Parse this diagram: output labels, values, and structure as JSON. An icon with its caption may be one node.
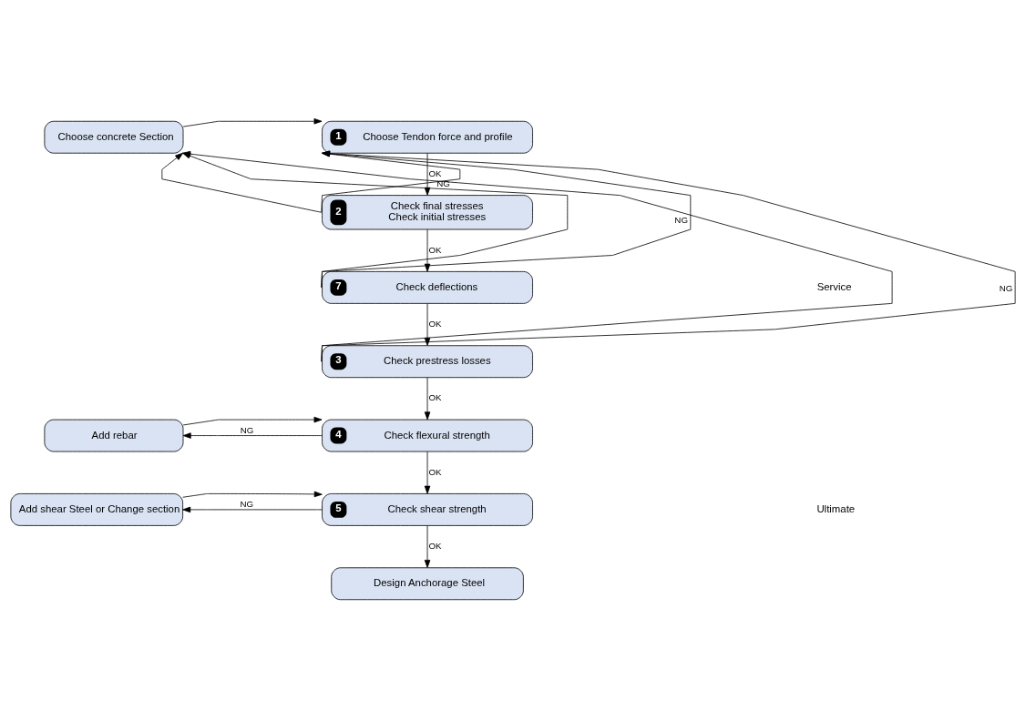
{
  "diagram": {
    "nodes": [
      {
        "text": [
          "Choose concrete Section"
        ]
      },
      {
        "text": [
          "1",
          "Choose Tendon force and profile"
        ]
      },
      {
        "text": [
          "2",
          "Check final stresses",
          "Check initial stresses"
        ]
      },
      {
        "text": [
          "7",
          "Check deflections"
        ]
      },
      {
        "text": [
          "3",
          "Check prestress losses"
        ]
      },
      {
        "text": [
          "Add rebar"
        ]
      },
      {
        "text": [
          "4",
          "Check flexural strength"
        ]
      },
      {
        "text": [
          "Add shear Steel or Change section"
        ]
      },
      {
        "text": [
          "5",
          "Check shear strength"
        ]
      },
      {
        "text": [
          "Design Anchorage Steel"
        ]
      }
    ],
    "edges": [
      {
        "from": 0,
        "to": 1,
        "arrow": "to"
      },
      {
        "from": 1,
        "to": 2,
        "arrow": "to",
        "label": "OK"
      },
      {
        "from": 2,
        "to": 1,
        "arrow": "to",
        "label": "NG"
      },
      {
        "from": 2,
        "to": 0,
        "arrow": "to"
      },
      {
        "from": 2,
        "to": 3,
        "arrow": "to",
        "label": "OK"
      },
      {
        "from": 3,
        "to": 1,
        "arrow": "to",
        "label": "NG"
      },
      {
        "from": 3,
        "to": 0,
        "arrow": "to"
      },
      {
        "from": 3,
        "to": 4,
        "arrow": "to",
        "label": "OK"
      },
      {
        "from": 4,
        "to": 1,
        "arrow": "to",
        "label": "NG"
      },
      {
        "from": 4,
        "to": 0,
        "arrow": "to"
      },
      {
        "from": 4,
        "to": 6,
        "arrow": "to",
        "label": "OK"
      },
      {
        "from": 6,
        "to": 5,
        "arrow": "to",
        "label": "NG"
      },
      {
        "from": 5,
        "to": 6,
        "arrow": "to"
      },
      {
        "from": 6,
        "to": 8,
        "arrow": "to",
        "label": "OK"
      },
      {
        "from": 8,
        "to": 7,
        "arrow": "to",
        "label": "NG"
      },
      {
        "from": 7,
        "to": 8,
        "arrow": "to"
      },
      {
        "from": 8,
        "to": 9,
        "arrow": "to",
        "label": "OK"
      }
    ],
    "labels": [
      "Service",
      "Ultimate"
    ]
  }
}
